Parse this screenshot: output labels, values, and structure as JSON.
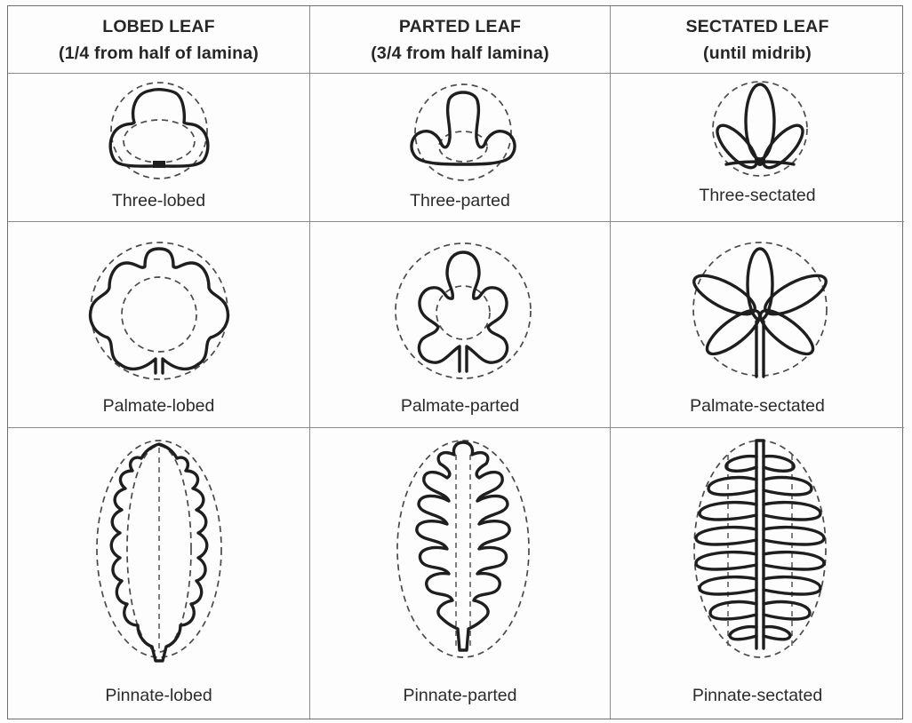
{
  "columns": [
    {
      "title": "LOBED LEAF",
      "subtitle": "(1/4 from half of lamina)"
    },
    {
      "title": "PARTED LEAF",
      "subtitle": "(3/4 from half lamina)"
    },
    {
      "title": "SECTATED LEAF",
      "subtitle": "(until midrib)"
    }
  ],
  "rows": [
    {
      "labels": [
        "Three-lobed",
        "Three-parted",
        "Three-sectated"
      ]
    },
    {
      "labels": [
        "Palmate-lobed",
        "Palmate-parted",
        "Palmate-sectated"
      ]
    },
    {
      "labels": [
        "Pinnate-lobed",
        "Pinnate-parted",
        "Pinnate-sectated"
      ]
    }
  ]
}
